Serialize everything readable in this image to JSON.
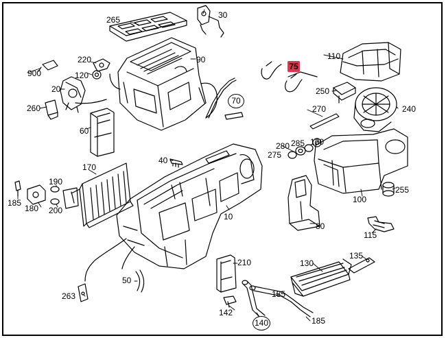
{
  "labels": {
    "p10": "10",
    "p20": "20",
    "p30": "30",
    "p40": "40",
    "p50": "50",
    "p60": "60",
    "p70": "70",
    "p75": "75",
    "p80": "80",
    "p90": "90",
    "p100": "100",
    "p110": "110",
    "p115": "115",
    "p120": "120",
    "p130": "130",
    "p135": "135",
    "p140": "140",
    "p142": "142",
    "p170": "170",
    "p180": "180",
    "p185a": "185",
    "p185b": "185",
    "p185c": "185",
    "p190": "190",
    "p200": "200",
    "p210": "210",
    "p220": "220",
    "p240": "240",
    "p250": "250",
    "p255": "255",
    "p260": "260",
    "p263": "263",
    "p265": "265",
    "p270": "270",
    "p275": "275",
    "p280": "280",
    "p285": "285",
    "p900": "900"
  },
  "highlight_color": "#e0344a"
}
